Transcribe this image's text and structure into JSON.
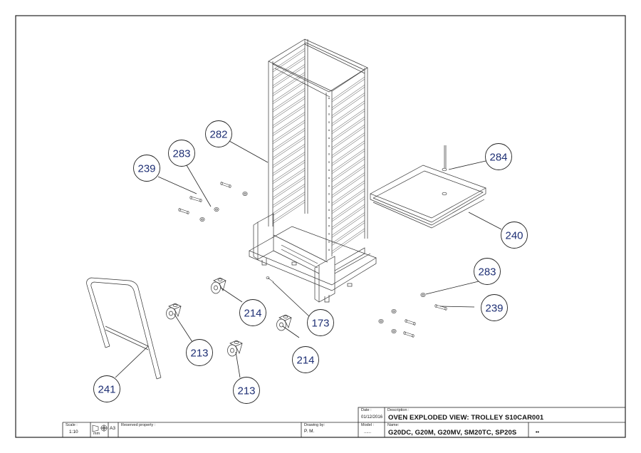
{
  "callouts": [
    {
      "id": "c282",
      "label": "282"
    },
    {
      "id": "c283a",
      "label": "283"
    },
    {
      "id": "c239a",
      "label": "239"
    },
    {
      "id": "c284",
      "label": "284"
    },
    {
      "id": "c240",
      "label": "240"
    },
    {
      "id": "c283b",
      "label": "283"
    },
    {
      "id": "c239b",
      "label": "239"
    },
    {
      "id": "c173",
      "label": "173"
    },
    {
      "id": "c214a",
      "label": "214"
    },
    {
      "id": "c214b",
      "label": "214"
    },
    {
      "id": "c213a",
      "label": "213"
    },
    {
      "id": "c213b",
      "label": "213"
    },
    {
      "id": "c241",
      "label": "241"
    }
  ],
  "title_block": {
    "date_label": "Date :",
    "date_value": "01/12/2016",
    "description_label": "Description :",
    "description_value": "OVEN EXPLODED VIEW: TROLLEY S10CAR001",
    "scale_label": "Scale :",
    "scale_value": "1:10",
    "unit": "mm",
    "sheet_size": "A3",
    "reserved_label": "Reserved property :",
    "drawing_by_label": "Drawing by:",
    "drawing_by_value": "P. M.",
    "model_label": "Model :",
    "model_value": "......",
    "name_label": "Name:",
    "name_value": "G20DC, G20M, G20MV, SM20TC, SP20S",
    "sheet_marker": "••"
  },
  "colors": {
    "callout_text": "#1e2f74",
    "line": "#222222"
  }
}
